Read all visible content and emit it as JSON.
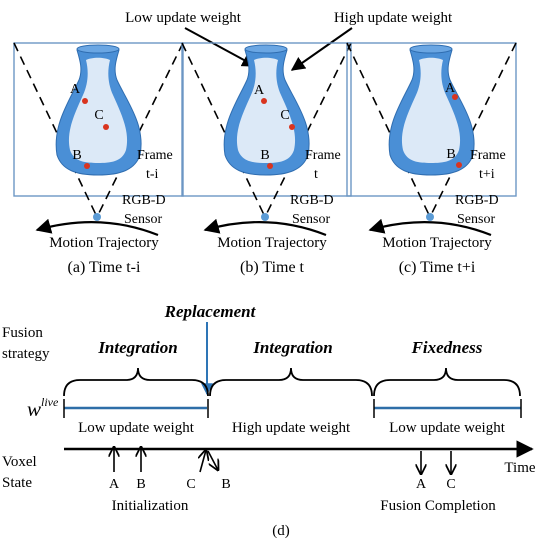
{
  "annotations": {
    "low_update_weight": "Low update weight",
    "high_update_weight": "High update weight"
  },
  "panels": [
    {
      "frame_label": [
        "Frame",
        "t-i"
      ],
      "sensor_label": [
        "RGB-D",
        "Sensor"
      ],
      "trajectory_label": "Motion Trajectory",
      "caption": "(a) Time t-i",
      "points": [
        "A",
        "B",
        "C"
      ]
    },
    {
      "frame_label": [
        "Frame",
        "t"
      ],
      "sensor_label": [
        "RGB-D",
        "Sensor"
      ],
      "trajectory_label": "Motion Trajectory",
      "caption": "(b) Time t",
      "points": [
        "A",
        "B",
        "C"
      ]
    },
    {
      "frame_label": [
        "Frame",
        "t+i"
      ],
      "sensor_label": [
        "RGB-D",
        "Sensor"
      ],
      "trajectory_label": "Motion Trajectory",
      "caption": "(c) Time t+i",
      "points": [
        "A",
        "B"
      ]
    }
  ],
  "timeline": {
    "replacement_label": "Replacement",
    "fusion_strategy_label": [
      "Fusion",
      "strategy"
    ],
    "phases": [
      "Integration",
      "Integration",
      "Fixedness"
    ],
    "weight_symbol": "w",
    "weight_superscript": "live",
    "weight_segments": [
      "Low update weight",
      "High update weight",
      "Low update weight"
    ],
    "voxel_state_label": [
      "Voxel",
      "State"
    ],
    "time_label": "Time",
    "init_points": [
      "A",
      "B"
    ],
    "replacement_point_before": "C",
    "replacement_point_after": "B",
    "completion_points": [
      "A",
      "C"
    ],
    "initialization_label": "Initialization",
    "fusion_completion_label": "Fusion Completion",
    "caption": "(d)"
  },
  "colors": {
    "vase_outer": "#4a8fd6",
    "vase_inner": "#dce9f7",
    "frame_border": "#6d97c4",
    "point": "#d9341f",
    "sensor": "#5b9bd5",
    "replacement_arrow": "#2e75b6",
    "weight_line": "#2e6ea8",
    "weight_high": "#cfe0f2"
  }
}
